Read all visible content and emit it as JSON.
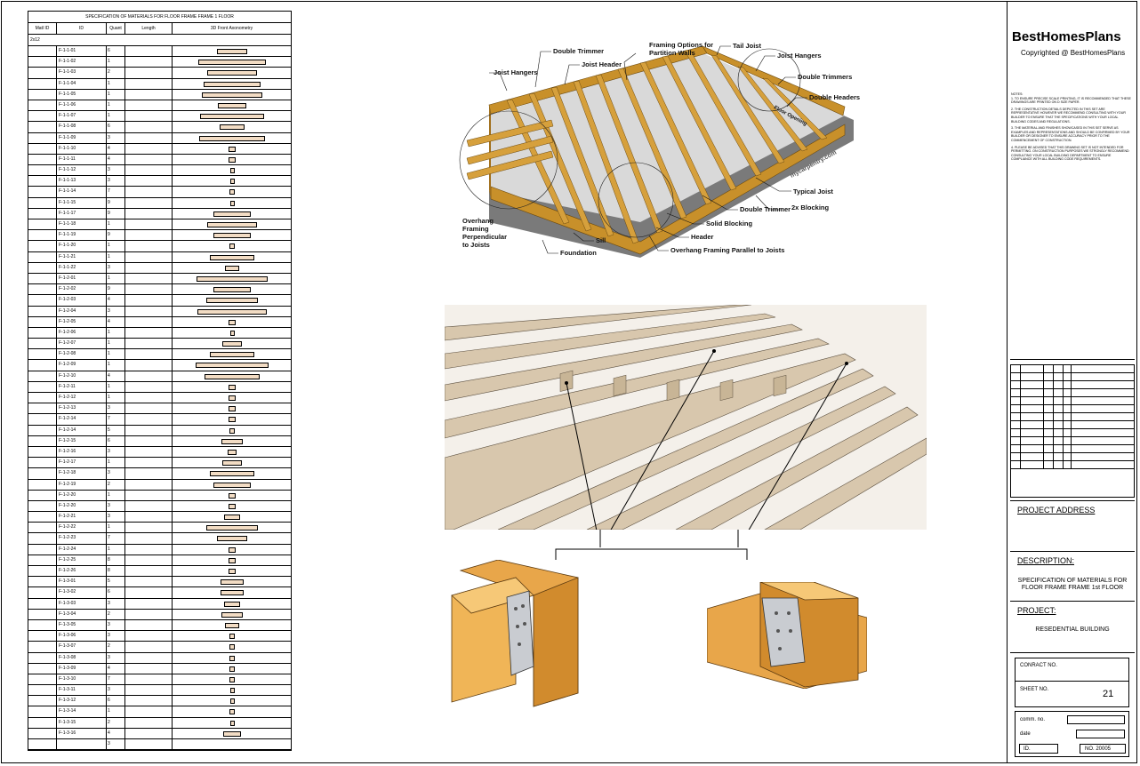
{
  "spec_table": {
    "title": "SPECIFICATION OF MATERIALS FOR FLOOR FRAME FRAME 1 FLOOR",
    "headers": [
      "Matl ID",
      "ID",
      "Quant",
      "Length",
      "3D Front Axonometry"
    ],
    "group": "2x12",
    "rows": [
      {
        "id": "F-1-1-01",
        "q": "6",
        "len": 0.27
      },
      {
        "id": "F-1-1-02",
        "q": "1",
        "len": 0.62
      },
      {
        "id": "F-1-1-03",
        "q": "2",
        "len": 0.45
      },
      {
        "id": "F-1-1-04",
        "q": "1",
        "len": 0.52
      },
      {
        "id": "F-1-1-05",
        "q": "1",
        "len": 0.55
      },
      {
        "id": "F-1-1-06",
        "q": "1",
        "len": 0.25
      },
      {
        "id": "F-1-1-07",
        "q": "1",
        "len": 0.58
      },
      {
        "id": "F-1-1-08",
        "q": "6",
        "len": 0.22
      },
      {
        "id": "F-1-1-09",
        "q": "3",
        "len": 0.6
      },
      {
        "id": "F-1-1-10",
        "q": "4",
        "len": 0.05
      },
      {
        "id": "F-1-1-11",
        "q": "4",
        "len": 0.05
      },
      {
        "id": "F-1-1-12",
        "q": "3",
        "len": 0.02
      },
      {
        "id": "F-1-1-13",
        "q": "3",
        "len": 0.02
      },
      {
        "id": "F-1-1-14",
        "q": "7",
        "len": 0.03
      },
      {
        "id": "F-1-1-15",
        "q": "9",
        "len": 0.01
      },
      {
        "id": "F-1-1-17",
        "q": "9",
        "len": 0.33
      },
      {
        "id": "F-1-1-18",
        "q": "1",
        "len": 0.45
      },
      {
        "id": "F-1-1-19",
        "q": "9",
        "len": 0.33
      },
      {
        "id": "F-1-1-20",
        "q": "1",
        "len": 0.03
      },
      {
        "id": "F-1-1-21",
        "q": "1",
        "len": 0.4
      },
      {
        "id": "F-1-1-22",
        "q": "3",
        "len": 0.12
      },
      {
        "id": "F-1-2-01",
        "q": "1",
        "len": 0.65
      },
      {
        "id": "F-1-2-02",
        "q": "9",
        "len": 0.33
      },
      {
        "id": "F-1-2-03",
        "q": "4",
        "len": 0.46
      },
      {
        "id": "F-1-2-04",
        "q": "3",
        "len": 0.63
      },
      {
        "id": "F-1-2-05",
        "q": "4",
        "len": 0.05
      },
      {
        "id": "F-1-2-06",
        "q": "1",
        "len": 0.02
      },
      {
        "id": "F-1-2-07",
        "q": "1",
        "len": 0.17
      },
      {
        "id": "F-1-2-08",
        "q": "1",
        "len": 0.4
      },
      {
        "id": "F-1-2-09",
        "q": "1",
        "len": 0.66
      },
      {
        "id": "F-1-2-10",
        "q": "4",
        "len": 0.5
      },
      {
        "id": "F-1-2-11",
        "q": "1",
        "len": 0.05
      },
      {
        "id": "F-1-2-12",
        "q": "1",
        "len": 0.05
      },
      {
        "id": "F-1-2-13",
        "q": "3",
        "len": 0.05
      },
      {
        "id": "F-1-2-14",
        "q": "7",
        "len": 0.05
      },
      {
        "id": "F-1-2-14",
        "q": "5",
        "len": 0.04
      },
      {
        "id": "F-1-2-15",
        "q": "6",
        "len": 0.19
      },
      {
        "id": "F-1-2-16",
        "q": "3",
        "len": 0.07
      },
      {
        "id": "F-1-2-17",
        "q": "1",
        "len": 0.17
      },
      {
        "id": "F-1-2-18",
        "q": "3",
        "len": 0.4
      },
      {
        "id": "F-1-2-19",
        "q": "2",
        "len": 0.34
      },
      {
        "id": "F-1-2-20",
        "q": "1",
        "len": 0.05
      },
      {
        "id": "F-1-2-20",
        "q": "3",
        "len": 0.05
      },
      {
        "id": "F-1-2-21",
        "q": "3",
        "len": 0.13
      },
      {
        "id": "F-1-2-22",
        "q": "1",
        "len": 0.47
      },
      {
        "id": "F-1-2-23",
        "q": "7",
        "len": 0.27
      },
      {
        "id": "F-1-2-24",
        "q": "1",
        "len": 0.05
      },
      {
        "id": "F-1-2-25",
        "q": "8",
        "len": 0.05
      },
      {
        "id": "F-1-2-26",
        "q": "8",
        "len": 0.05
      },
      {
        "id": "F-1-3-01",
        "q": "5",
        "len": 0.2
      },
      {
        "id": "F-1-3-02",
        "q": "6",
        "len": 0.2
      },
      {
        "id": "F-1-3-03",
        "q": "3",
        "len": 0.13
      },
      {
        "id": "F-1-3-04",
        "q": "2",
        "len": 0.19
      },
      {
        "id": "F-1-3-05",
        "q": "3",
        "len": 0.12
      },
      {
        "id": "F-1-3-06",
        "q": "3",
        "len": 0.03
      },
      {
        "id": "F-1-3-07",
        "q": "2",
        "len": 0.03
      },
      {
        "id": "F-1-3-08",
        "q": "3",
        "len": 0.03
      },
      {
        "id": "F-1-3-09",
        "q": "4",
        "len": 0.03
      },
      {
        "id": "F-1-3-10",
        "q": "7",
        "len": 0.04
      },
      {
        "id": "F-1-3-11",
        "q": "3",
        "len": 0.02
      },
      {
        "id": "F-1-3-12",
        "q": "6",
        "len": 0.02
      },
      {
        "id": "F-1-3-14",
        "q": "1",
        "len": 0.03
      },
      {
        "id": "F-1-3-15",
        "q": "2",
        "len": 0.02
      },
      {
        "id": "F-1-3-16",
        "q": "4",
        "len": 0.15
      },
      {
        "id": "",
        "q": "3",
        "len": 0
      }
    ]
  },
  "figure_top": {
    "labels": {
      "joist_hangers_left": "Joist Hangers",
      "double_trimmer_top": "Double Trimmer",
      "joist_header": "Joist Header",
      "framing_options": "Framing Options for",
      "partition_walls": "Partition Walls",
      "tail_joist": "Tail Joist",
      "joist_hangers_right": "Joist Hangers",
      "double_trimmers": "Double Trimmers",
      "double_headers": "Double Headers",
      "floor_opening": "Floor Opening",
      "watermark": "mycarpentry.com",
      "typical_joist": "Typical Joist",
      "double_trimmer_bottom": "Double Trimmer",
      "blocking_2x": "2x Blocking",
      "solid_blocking": "Solid Blocking",
      "header": "Header",
      "overhang_perp_1": "Overhang",
      "overhang_perp_2": "Framing",
      "overhang_perp_3": "Perpendicular",
      "overhang_perp_4": "to Joists",
      "sill": "Sill",
      "foundation": "Foundation",
      "overhang_parallel": "Overhang Framing Parallel to Joists"
    }
  },
  "title_block": {
    "brand": "BestHomesPlans",
    "copyright": "Copyrighted @ BestHomesPlans",
    "notes_heading": "NOTES:",
    "notes": [
      "1. TO ENSURE PRECISE SCALE PRINTING, IT IS RECOMMENDED THAT THESE DRAWINGS ARE PRINTED ON D SIZE PAPER.",
      "2. THE CONSTRUCTION DETAILS DEPICTED IN THIS SET ARE REPRESENTATIVE HOWEVER WE RECOMMEND CONSULTING WITH YOUR BUILDER TO ENSURE THAT THE SPECIFICATIONS WITH YOUR LOCAL BUILDING CODES AND REGULATIONS.",
      "3. THE MATERIAL AND FINISHES SHOWCASED IN THIS SET SERVE AS EXAMPLES AND REPRESENTATIONS AND SHOULD BE CONFIRMED BY YOUR BUILDER OR DESIGNER TO ENSURE ACCURACY PRIOR TO THE COMMENCEMENT OF CONSTRUCTION.",
      "4. PLEASE BE ADVISED THAT THIS DRAWING SET IS NOT INTENDED FOR PERMITTING. ON CONSTRUCTION PURPOSES WE STRONGLY RECOMMEND CONSULTING YOUR LOCAL BUILDING DEPARTMENT TO ENSURE COMPLIANCE WITH ALL BUILDING CODE REQUIREMENTS."
    ],
    "project_address_label": "PROJECT ADDRESS",
    "description_label": "DESCRIPTION:",
    "description_line1": "SPECIFICATION OF MATERIALS FOR",
    "description_line2": "FLOOR FRAME FRAME 1st FLOOR",
    "project_label": "PROJECT:",
    "project_value": "RESEDENTIAL BUILDING",
    "contract_label": "CONRACT NO.",
    "sheet_label": "SHEET NO.",
    "sheet_value": "21",
    "comm_label": "comm. no.",
    "date_label": "date",
    "id_label": "ID.",
    "no_value": "NO. 20005"
  }
}
